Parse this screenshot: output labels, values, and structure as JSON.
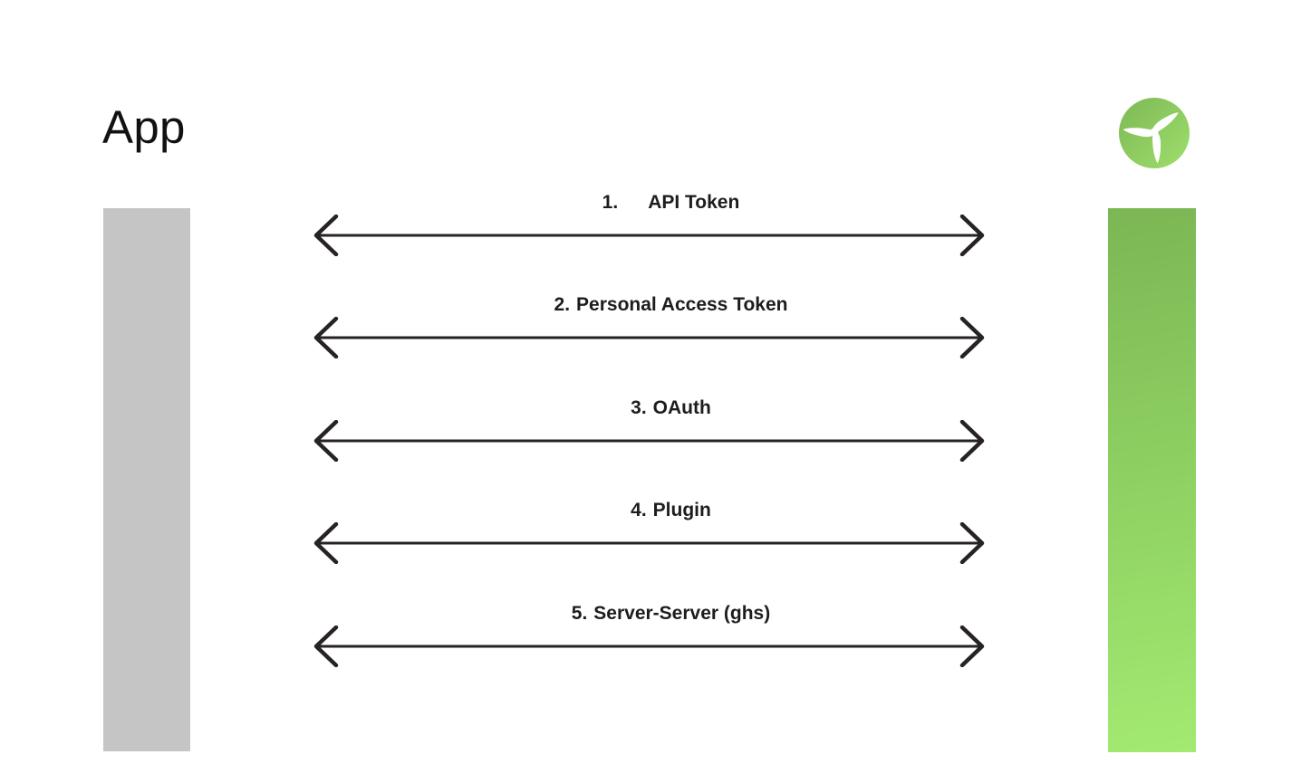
{
  "diagram": {
    "left_actor": {
      "label": "App"
    },
    "right_actor": {
      "label": "",
      "logo": "propeller-logo"
    },
    "connections": [
      {
        "number": "1.",
        "label": "API Token",
        "direction": "bidirectional"
      },
      {
        "number": "2.",
        "label": "Personal Access Token",
        "direction": "bidirectional"
      },
      {
        "number": "3.",
        "label": "OAuth",
        "direction": "bidirectional"
      },
      {
        "number": "4.",
        "label": "Plugin",
        "direction": "bidirectional"
      },
      {
        "number": "5.",
        "label": "Server-Server (ghs)",
        "direction": "bidirectional"
      }
    ]
  },
  "colors": {
    "title-text": "#111111",
    "label-text": "#1d1d1f",
    "arrow": "#272324",
    "gray-bar": "#c5c5c5",
    "green-top": "#7bb754",
    "green-bottom": "#a3ea71",
    "logo-green-1": "#7eb855",
    "logo-green-2": "#9ddf6b",
    "blade": "#ffffff"
  }
}
